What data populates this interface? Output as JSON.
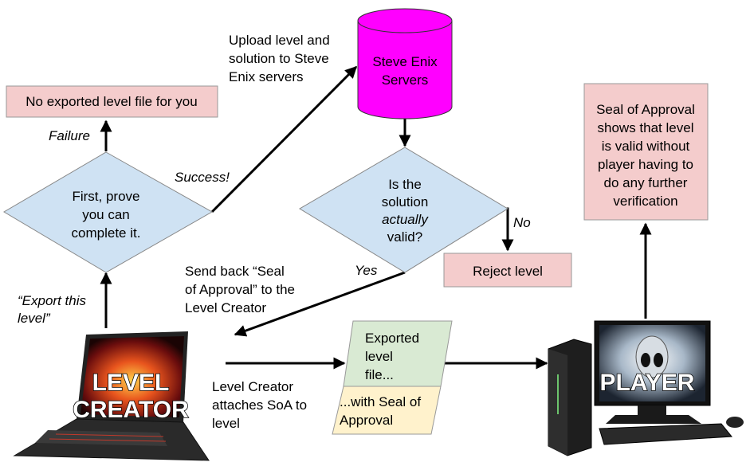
{
  "boxes": {
    "no_export": "No exported level file for you",
    "servers_line1": "Steve Enix",
    "servers_line2": "Servers",
    "reject": "Reject level",
    "seal_lines": [
      "Seal of Approval",
      "shows that level",
      "is valid without",
      "player having to",
      "do any further",
      "verification"
    ],
    "exported_lines": [
      "Exported",
      "level",
      "file..."
    ],
    "with_seal_lines": [
      "...with Seal of",
      "Approval"
    ]
  },
  "diamonds": {
    "prove_lines": [
      "First, prove",
      "you can",
      "complete it."
    ],
    "valid_lines": [
      "Is the",
      "solution",
      "actually",
      "valid?"
    ]
  },
  "labels": {
    "failure": "Failure",
    "success": "Success!",
    "upload_lines": [
      "Upload level and",
      "solution to Steve",
      "Enix servers"
    ],
    "no": "No",
    "yes": "Yes",
    "send_back_lines": [
      "Send back “Seal",
      "of Approval” to the",
      "Level Creator"
    ],
    "export_lines": [
      "“Export this",
      "level”"
    ],
    "attaches_lines": [
      "Level Creator",
      "attaches SoA to",
      "level"
    ]
  },
  "devices": {
    "laptop_line1": "LEVEL",
    "laptop_line2": "CREATOR",
    "player": "PLAYER"
  },
  "colors": {
    "pink_box": "#f4cccc",
    "diamond": "#cfe2f3",
    "database": "#ff00ff",
    "green_box": "#d9ead3",
    "yellow_box": "#fff2cc"
  }
}
